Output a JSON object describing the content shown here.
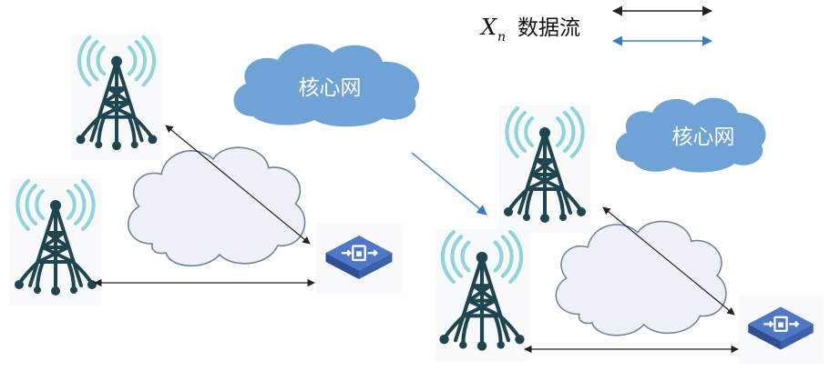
{
  "legend": {
    "symbol": "X",
    "subscript": "n",
    "label": "数据流",
    "colors": {
      "black_arrow": "#222222",
      "blue_arrow": "#3a7cc4"
    }
  },
  "core_network": {
    "left_label": "核心网",
    "right_label": "核心网",
    "fill": "#6fa3d6"
  },
  "colors": {
    "tower": "#1f4550",
    "signal_wave": "#8fd3dc",
    "local_cloud_fill": "#eef1f7",
    "local_cloud_stroke": "#6f7f99",
    "device_top": "#4f77c7",
    "device_side": "#2e4f93",
    "transition_arrow": "#4b8fd0"
  },
  "icons": [
    "cell-tower-icon",
    "core-network-cloud",
    "local-cloud",
    "edge-device-icon"
  ]
}
